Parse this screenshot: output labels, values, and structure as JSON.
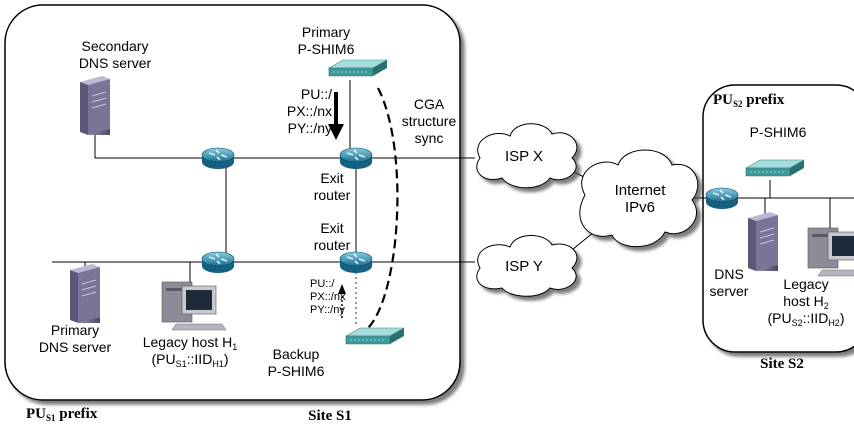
{
  "site1": {
    "name": "Site S1",
    "prefix": {
      "text": "PU",
      "sub": "S1",
      "suffix": " prefix"
    },
    "secondary_dns": [
      "Secondary",
      "DNS server"
    ],
    "primary_dns": [
      "Primary",
      "DNS server"
    ],
    "primary_shim": [
      "Primary",
      "P-SHIM6"
    ],
    "backup_shim": [
      "Backup",
      "P-SHIM6"
    ],
    "exit_router_label": [
      "Exit",
      "router"
    ],
    "prefixes_large": [
      "PU::/",
      "PX::/nx",
      "PY::/ny"
    ],
    "prefixes_small": [
      "PU::/",
      "PX::/nx",
      "PY::/ny"
    ],
    "cga_sync": [
      "CGA",
      "structure",
      "sync"
    ],
    "legacy_host": {
      "line1": "Legacy host H",
      "line1_sub": "1",
      "line2_pre": "(PU",
      "line2_sub": "S1",
      "line2_mid": "::IID",
      "line2_sub2": "H1",
      "line2_post": ")"
    }
  },
  "clouds": {
    "isp_x": "ISP X",
    "isp_y": "ISP Y",
    "internet": [
      "Internet",
      "IPv6"
    ]
  },
  "site2": {
    "name": "Site S2",
    "prefix": {
      "text": "PU",
      "sub": "S2",
      "suffix": " prefix"
    },
    "shim": "P-SHIM6",
    "dns": [
      "DNS",
      "server"
    ],
    "legacy_host": {
      "line1": "Legacy",
      "line2": "host H",
      "line2_sub": "2",
      "line3_pre": "(PU",
      "line3_sub": "S2",
      "line3_mid": "::IID",
      "line3_sub2": "H2",
      "line3_post": ")"
    }
  },
  "colors": {
    "router": "#1d7fa4",
    "router_light": "#73c0d9",
    "shim": "#4da6a6",
    "shim_top": "#8fd0d0",
    "server": "#7b7496"
  }
}
